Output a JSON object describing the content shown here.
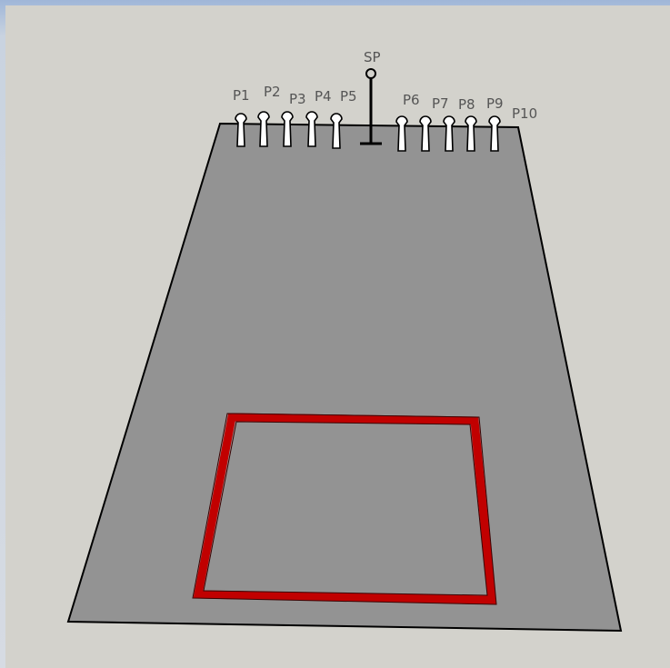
{
  "colors": {
    "floor": "#939393",
    "floor_outline": "#000000",
    "square": "#c10000",
    "background": "#d3d2cc",
    "post_fill": "#ffffff"
  },
  "labels": {
    "sp": "SP",
    "posts": [
      "P1",
      "P2",
      "P3",
      "P4",
      "P5",
      "P6",
      "P7",
      "P8",
      "P9",
      "P10"
    ]
  },
  "icons": {
    "start_point": "pin-marker-icon",
    "posts": "peg-icon"
  }
}
